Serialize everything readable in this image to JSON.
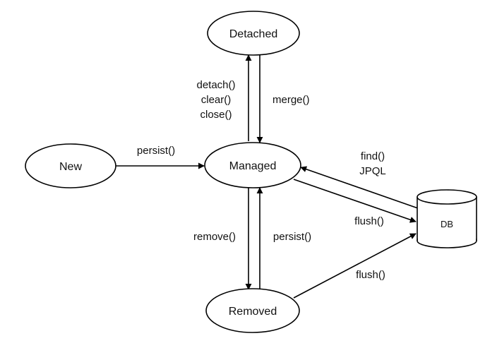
{
  "diagram": {
    "states": {
      "detached": "Detached",
      "managed": "Managed",
      "new": "New",
      "removed": "Removed",
      "db": "DB"
    },
    "transitions": {
      "managed_to_detached": [
        "detach()",
        "clear()",
        "close()"
      ],
      "detached_to_managed": "merge()",
      "new_to_managed": "persist()",
      "db_to_managed": [
        "find()",
        "JPQL"
      ],
      "managed_to_db": "flush()",
      "managed_to_removed": "remove()",
      "removed_to_managed": "persist()",
      "removed_to_db": "flush()"
    }
  }
}
